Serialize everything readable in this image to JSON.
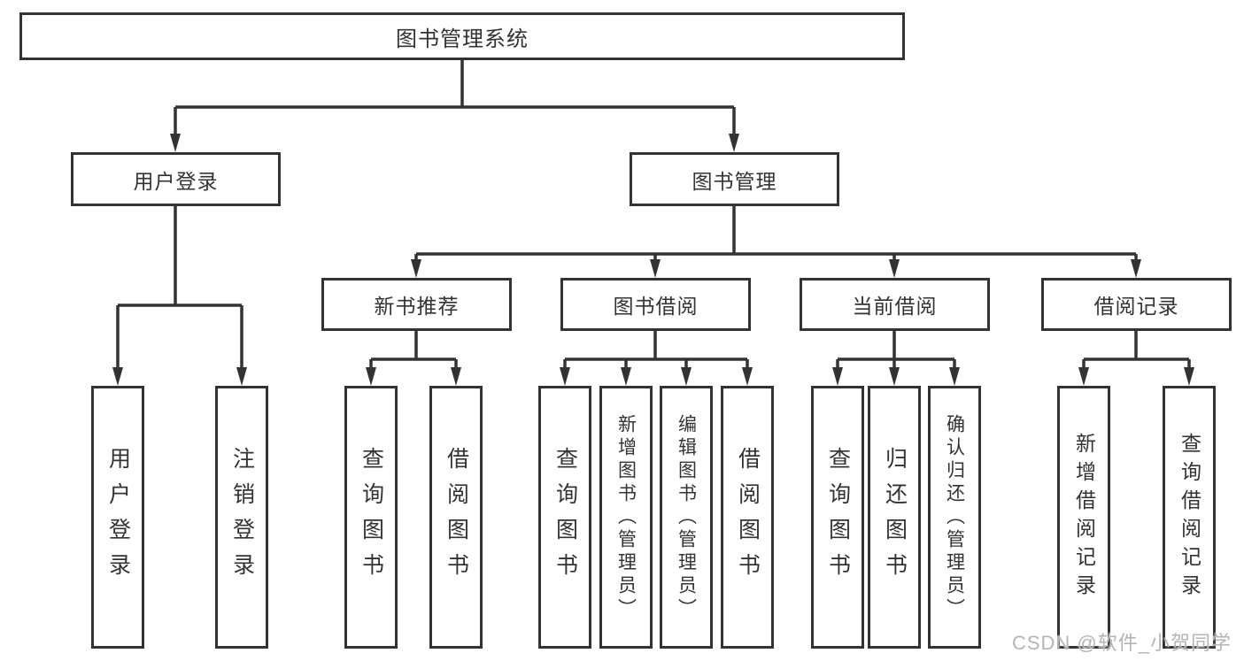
{
  "diagram": {
    "type": "hierarchy-tree",
    "watermark": "CSDN @软件_小贺同学",
    "colors": {
      "line": "#333333",
      "box_border": "#333333",
      "box_fill": "#ffffff",
      "text": "#333333",
      "watermark_text": "#b5b5b5"
    },
    "tree": {
      "root": {
        "label": "图书管理系统"
      },
      "level2": [
        {
          "label": "用户登录",
          "children": [
            "用户登录",
            "注销登录"
          ]
        },
        {
          "label": "图书管理"
        }
      ],
      "level3": [
        {
          "label": "新书推荐",
          "children": [
            "查询图书",
            "借阅图书"
          ]
        },
        {
          "label": "图书借阅",
          "children": [
            "查询图书",
            "新增图书（管理员）",
            "编辑图书（管理员）",
            "借阅图书"
          ]
        },
        {
          "label": "当前借阅",
          "children": [
            "查询图书",
            "归还图书",
            "确认归还（管理员）"
          ]
        },
        {
          "label": "借阅记录",
          "children": [
            "新增借阅记录",
            "查询借阅记录"
          ]
        }
      ]
    }
  }
}
